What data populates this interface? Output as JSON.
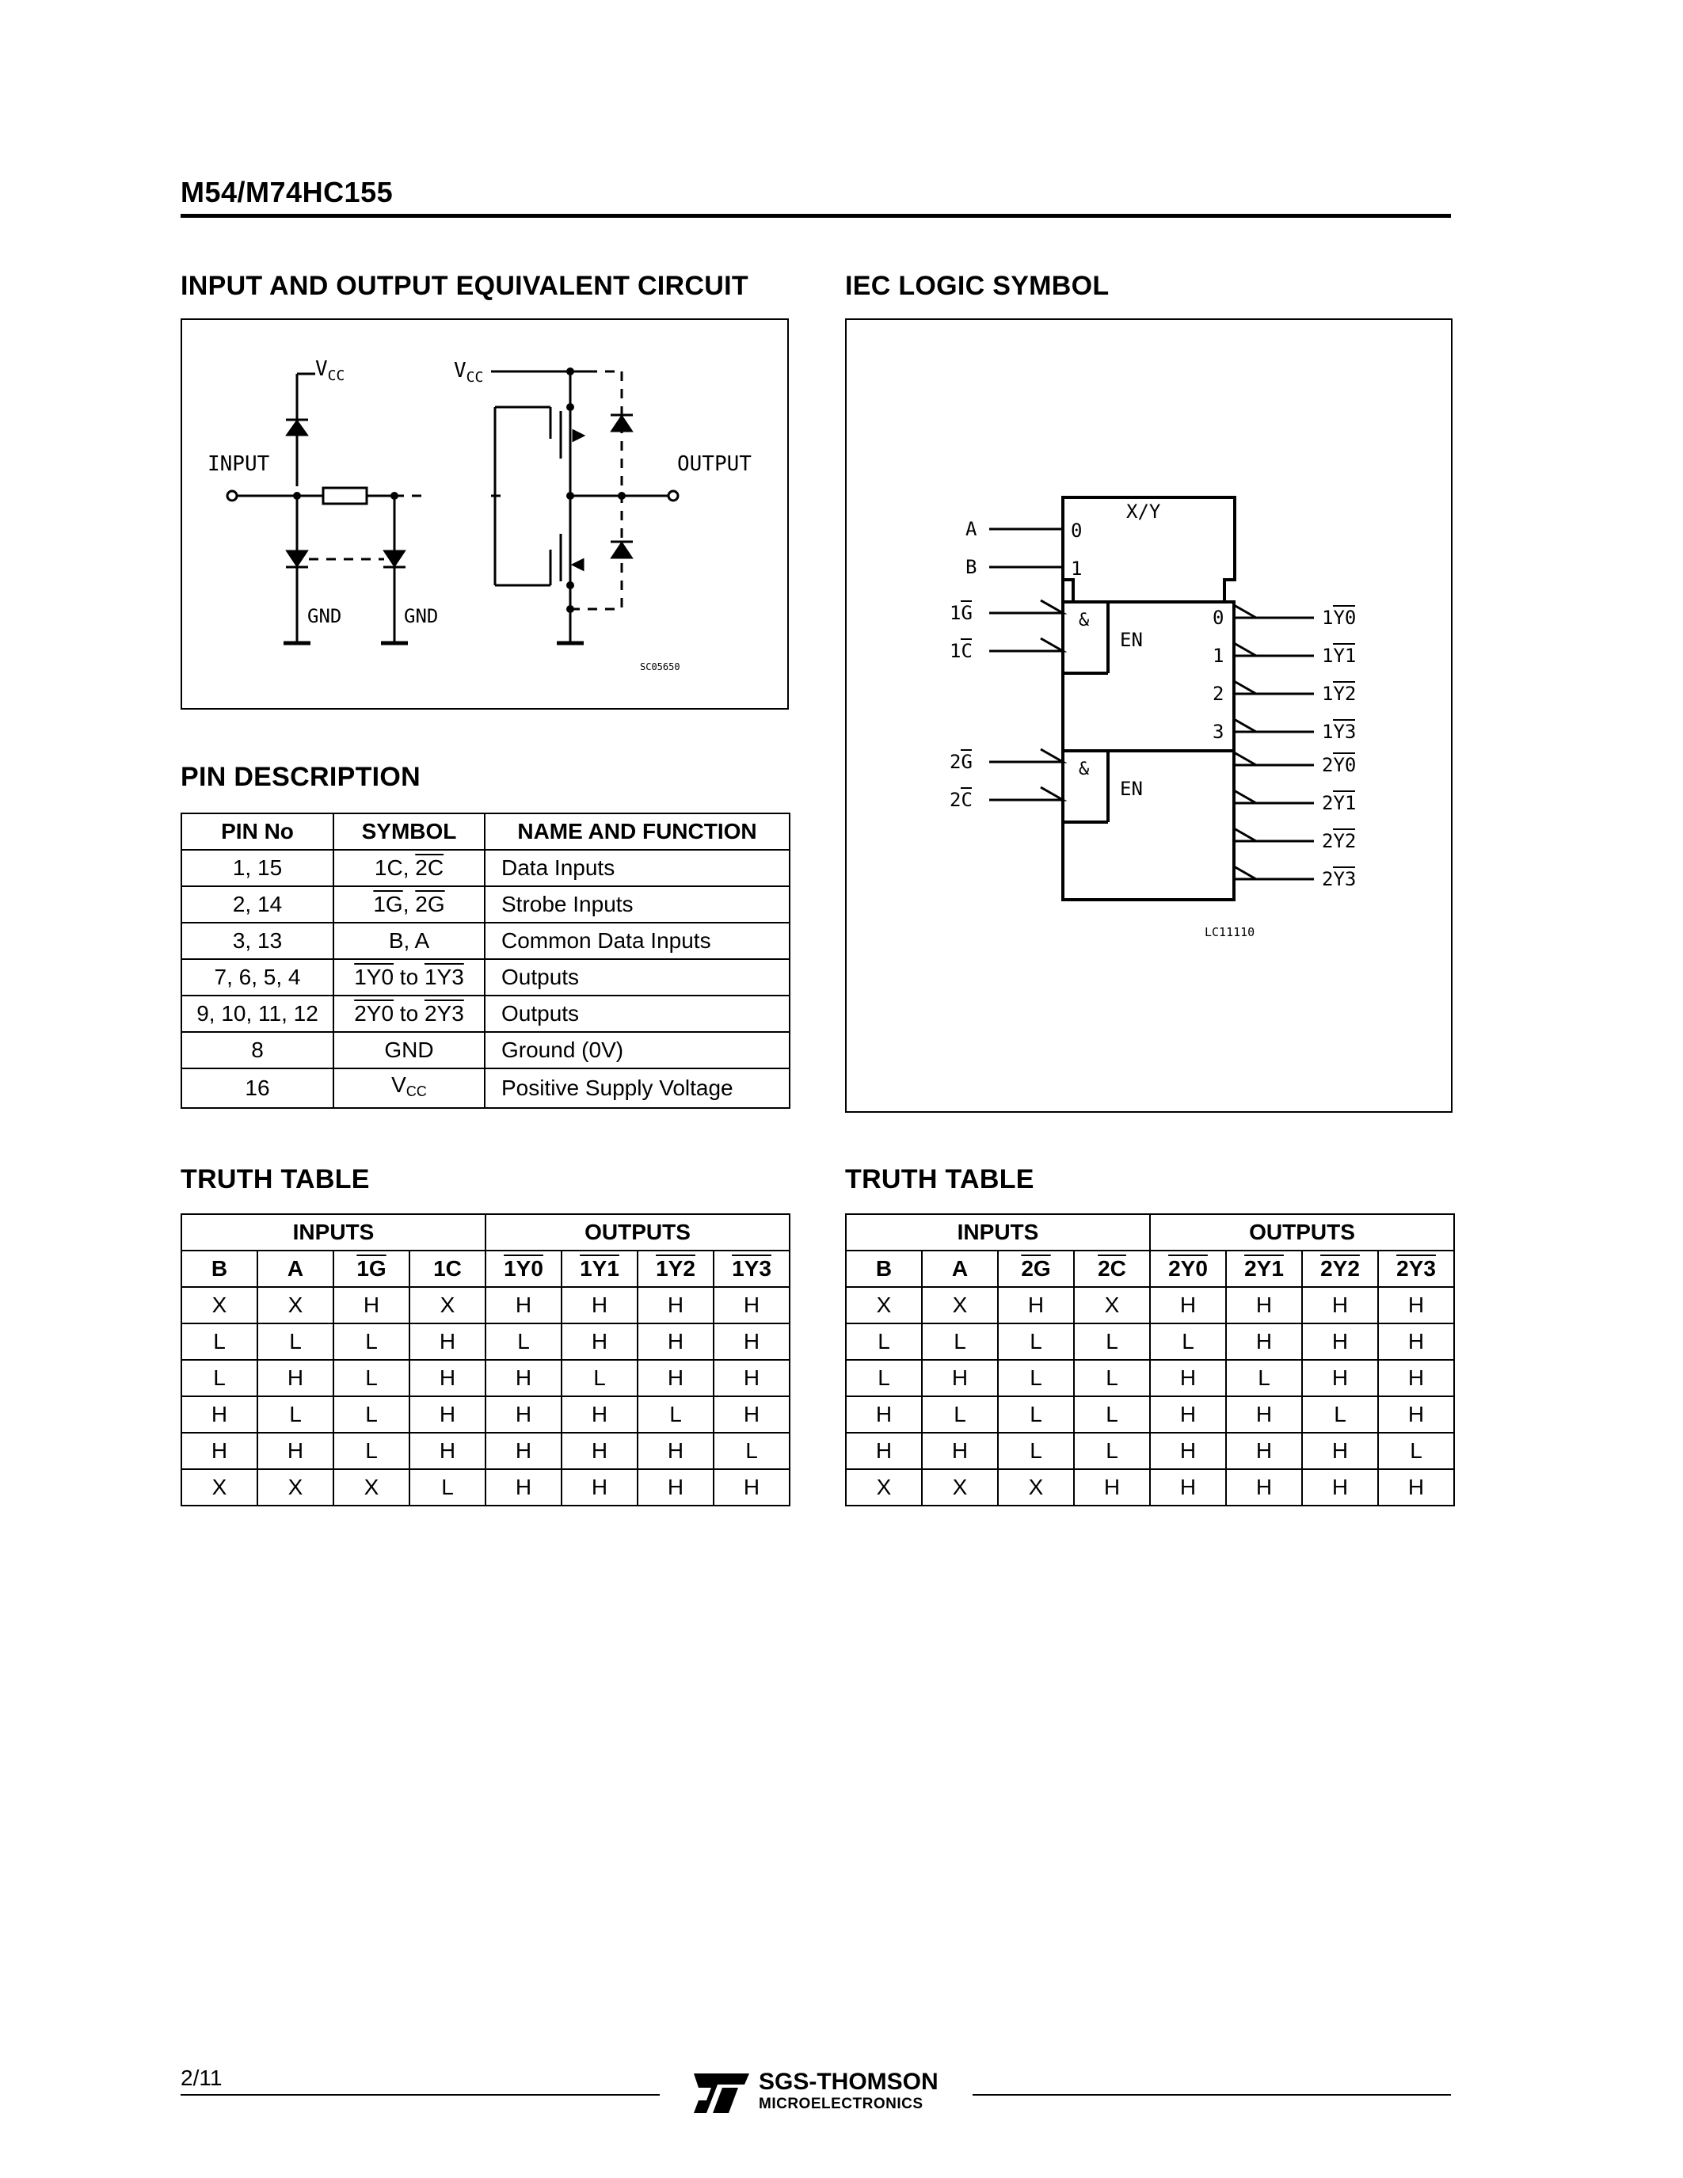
{
  "header": {
    "title": "M54/M74HC155"
  },
  "circuit": {
    "title": "INPUT AND OUTPUT EQUIVALENT CIRCUIT",
    "vcc_left": "V",
    "vcc_left_sub": "CC",
    "vcc_right": "V",
    "vcc_right_sub": "CC",
    "input_label": "INPUT",
    "output_label": "OUTPUT",
    "gnd1": "GND",
    "gnd2": "GND",
    "code": "SC05650"
  },
  "iec": {
    "title": "IEC LOGIC SYMBOL",
    "xy": "X/Y",
    "in0": "0",
    "in1": "1",
    "pin_a": "A",
    "pin_b": "B",
    "pin_1g": "1G",
    "pin_1c": "1C",
    "pin_2g": "2G",
    "pin_2c": "2C",
    "and1": "&",
    "en1": "EN",
    "and2": "&",
    "en2": "EN",
    "out_num": [
      "0",
      "1",
      "2",
      "3"
    ],
    "out1": [
      "1Y0",
      "1Y1",
      "1Y2",
      "1Y3"
    ],
    "out2": [
      "2Y0",
      "2Y1",
      "2Y2",
      "2Y3"
    ],
    "code": "LC11110"
  },
  "pins": {
    "title": "PIN DESCRIPTION",
    "headers": [
      "PIN No",
      "SYMBOL",
      "NAME AND FUNCTION"
    ],
    "rows": [
      {
        "pin": "1, 15",
        "sym_a": "1C",
        "sym_sep": ", ",
        "sym_b": "2C",
        "name": "Data Inputs"
      },
      {
        "pin": "2, 14",
        "sym_a": "1G",
        "sym_sep": ", ",
        "sym_b": "2G",
        "name": "Strobe Inputs"
      },
      {
        "pin": "3, 13",
        "sym": "B, A",
        "name": "Common Data Inputs"
      },
      {
        "pin": "7, 6, 5, 4",
        "sym_a": "1Y0",
        "sym_sep": " to ",
        "sym_b": "1Y3",
        "name": "Outputs"
      },
      {
        "pin": "9, 10, 11, 12",
        "sym_a": "2Y0",
        "sym_sep": " to ",
        "sym_b": "2Y3",
        "name": "Outputs"
      },
      {
        "pin": "8",
        "sym": "GND",
        "name": "Ground (0V)"
      },
      {
        "pin": "16",
        "sym": "V",
        "sym_sub": "CC",
        "name": "Positive Supply Voltage"
      }
    ]
  },
  "truth1": {
    "title": "TRUTH TABLE",
    "group_inputs": "INPUTS",
    "group_outputs": "OUTPUTS",
    "headers": [
      "B",
      "A",
      "1G",
      "1C",
      "1Y0",
      "1Y1",
      "1Y2",
      "1Y3"
    ],
    "rows": [
      [
        "X",
        "X",
        "H",
        "X",
        "H",
        "H",
        "H",
        "H"
      ],
      [
        "L",
        "L",
        "L",
        "H",
        "L",
        "H",
        "H",
        "H"
      ],
      [
        "L",
        "H",
        "L",
        "H",
        "H",
        "L",
        "H",
        "H"
      ],
      [
        "H",
        "L",
        "L",
        "H",
        "H",
        "H",
        "L",
        "H"
      ],
      [
        "H",
        "H",
        "L",
        "H",
        "H",
        "H",
        "H",
        "L"
      ],
      [
        "X",
        "X",
        "X",
        "L",
        "H",
        "H",
        "H",
        "H"
      ]
    ]
  },
  "truth2": {
    "title": "TRUTH TABLE",
    "group_inputs": "INPUTS",
    "group_outputs": "OUTPUTS",
    "headers": [
      "B",
      "A",
      "2G",
      "2C",
      "2Y0",
      "2Y1",
      "2Y2",
      "2Y3"
    ],
    "rows": [
      [
        "X",
        "X",
        "H",
        "X",
        "H",
        "H",
        "H",
        "H"
      ],
      [
        "L",
        "L",
        "L",
        "L",
        "L",
        "H",
        "H",
        "H"
      ],
      [
        "L",
        "H",
        "L",
        "L",
        "H",
        "L",
        "H",
        "H"
      ],
      [
        "H",
        "L",
        "L",
        "L",
        "H",
        "H",
        "L",
        "H"
      ],
      [
        "H",
        "H",
        "L",
        "L",
        "H",
        "H",
        "H",
        "L"
      ],
      [
        "X",
        "X",
        "X",
        "H",
        "H",
        "H",
        "H",
        "H"
      ]
    ]
  },
  "footer": {
    "page": "2/11",
    "brand_top": "SGS-THOMSON",
    "brand_bottom": "MICROELECTRONICS"
  }
}
